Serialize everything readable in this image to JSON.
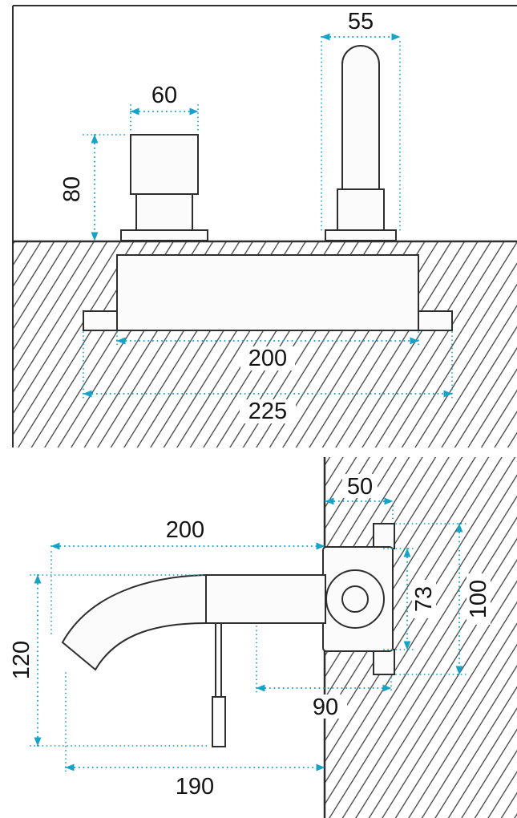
{
  "colors": {
    "dimension_accent": "#17a3c7",
    "drawing_line": "#2e2e2e"
  },
  "front_view": {
    "dims": {
      "handle_width": "60",
      "spout_width": "55",
      "height_above_surface": "80",
      "body_width": "200",
      "overall_width": "225"
    }
  },
  "side_view": {
    "dims": {
      "wall_thickness": "50",
      "reach": "200",
      "height": "120",
      "valve_body_height": "73",
      "mounting_plate_height": "100",
      "body_length": "90",
      "overall_reach": "190"
    }
  }
}
